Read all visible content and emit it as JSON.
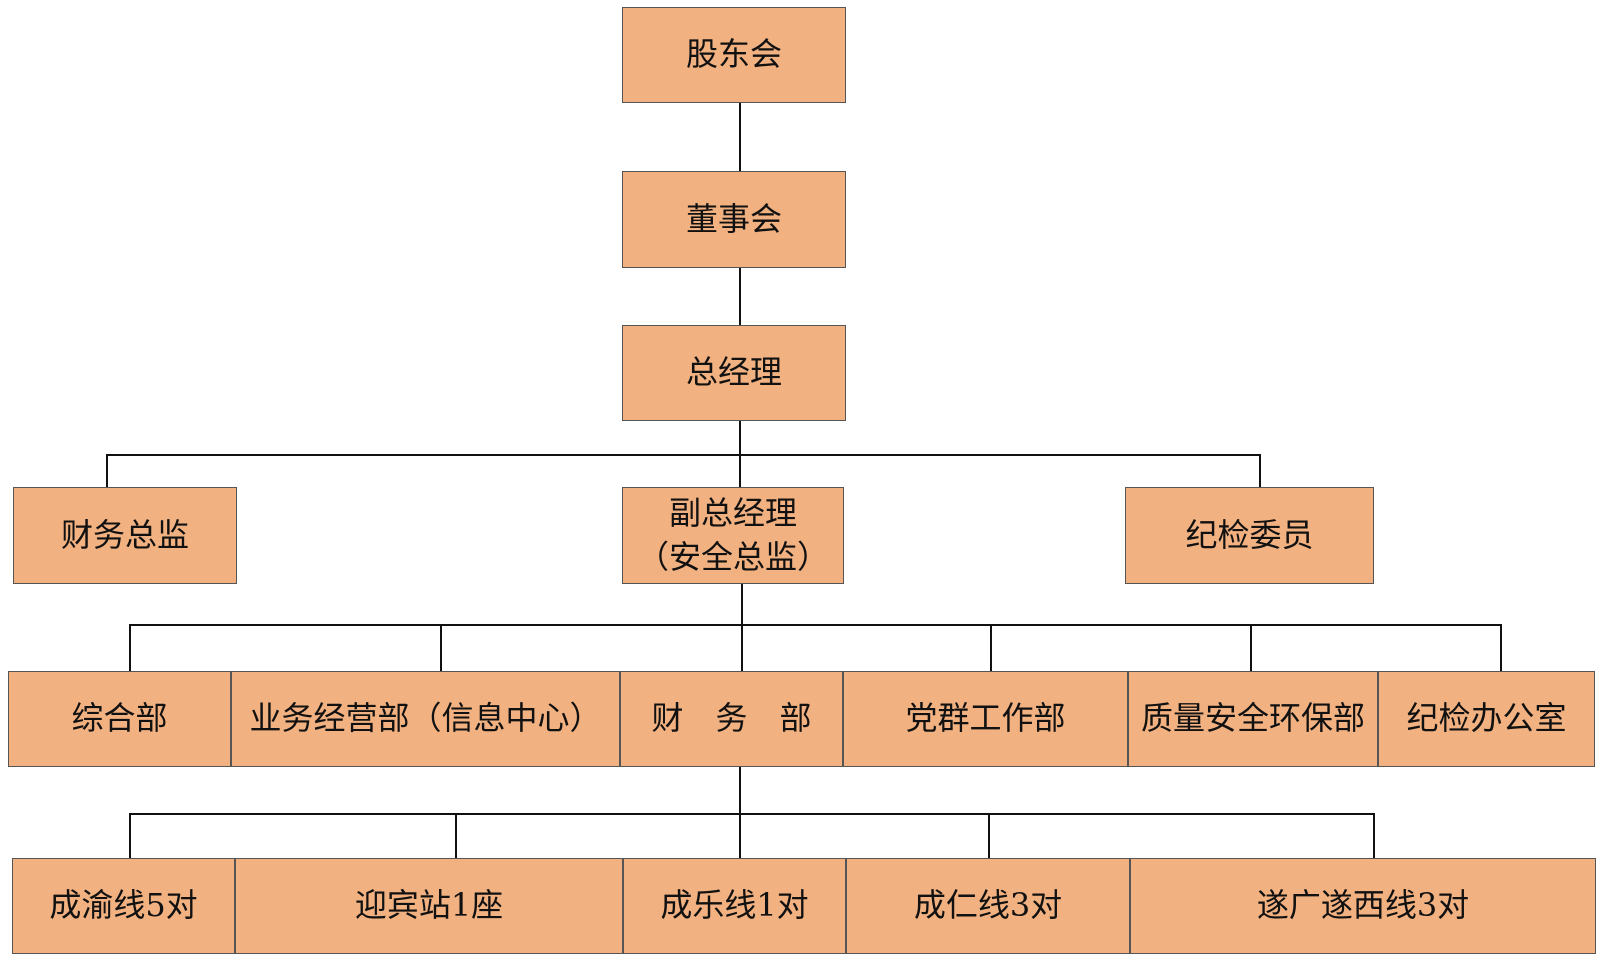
{
  "org": {
    "shareholders": "股东会",
    "board": "董事会",
    "gm": "总经理",
    "cfo": "财务总监",
    "deputy_gm_line1": "副总经理",
    "deputy_gm_line2": "（安全总监）",
    "discipline_member": "纪检委员",
    "departments": [
      "综合部",
      "业务经营部（信息中心）",
      "财　务　部",
      "党群工作部",
      "质量安全环保部",
      "纪检办公室"
    ],
    "lines": [
      "成渝线5对",
      "迎宾站1座",
      "成乐线1对",
      "成仁线3对",
      "遂广遂西线3对"
    ]
  },
  "colors": {
    "box_fill": "#f2b181",
    "box_border": "#555555",
    "connector": "#111111"
  }
}
